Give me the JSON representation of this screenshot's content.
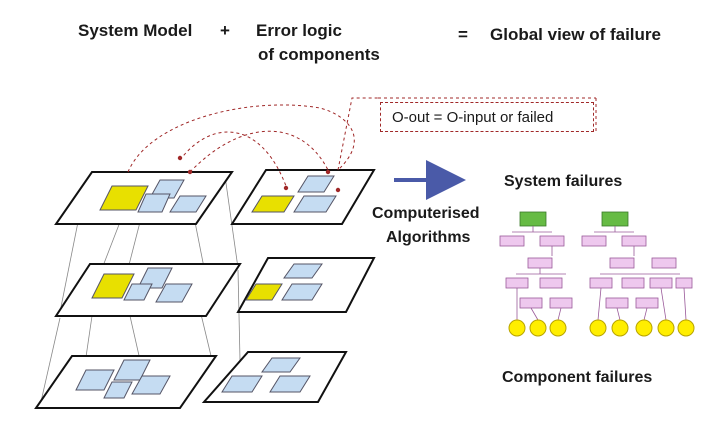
{
  "header": {
    "system_model": "System Model",
    "plus": "+",
    "error_logic_line1": "Error logic",
    "error_logic_line2": "of components",
    "equals": "=",
    "global_view": "Global view of failure"
  },
  "annotation": {
    "formula": "O-out = O-input or failed"
  },
  "middle": {
    "computerised": "Computerised",
    "algorithms": "Algorithms"
  },
  "right": {
    "system_failures": "System failures",
    "component_failures": "Component failures"
  },
  "colors": {
    "yellow_block": "#e8e000",
    "blue_block": "#c5dcf2",
    "top_event": "#66bb44",
    "gate_box": "#eec8ee",
    "basic_event": "#ffee00",
    "arrow": "#4a5aa8",
    "dashed_link": "#a02828"
  }
}
